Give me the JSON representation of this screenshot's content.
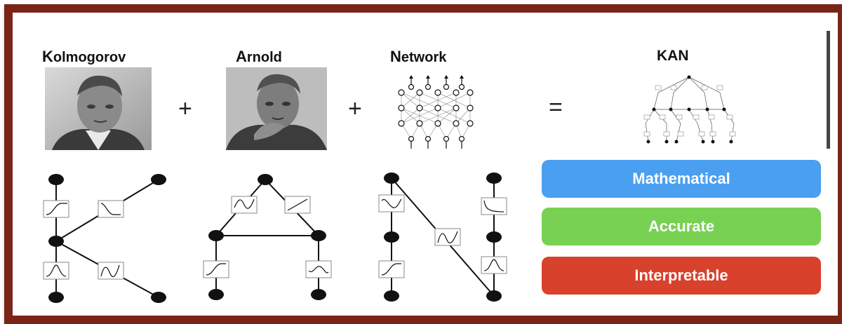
{
  "titles": {
    "kolmogorov": {
      "initial": "K",
      "rest": "olmogorov"
    },
    "arnold": {
      "initial": "A",
      "rest": "rnold"
    },
    "network": {
      "initial": "N",
      "rest": "etwork"
    },
    "kan": "KAN"
  },
  "operators": {
    "plus1": "+",
    "plus2": "+",
    "equals": "="
  },
  "badges": [
    {
      "label": "Mathematical",
      "color": "#4a9ff0"
    },
    {
      "label": "Accurate",
      "color": "#78d152"
    },
    {
      "label": "Interpretable",
      "color": "#d8412c"
    }
  ],
  "colors": {
    "frame": "#7a2418",
    "ink": "#111111"
  }
}
